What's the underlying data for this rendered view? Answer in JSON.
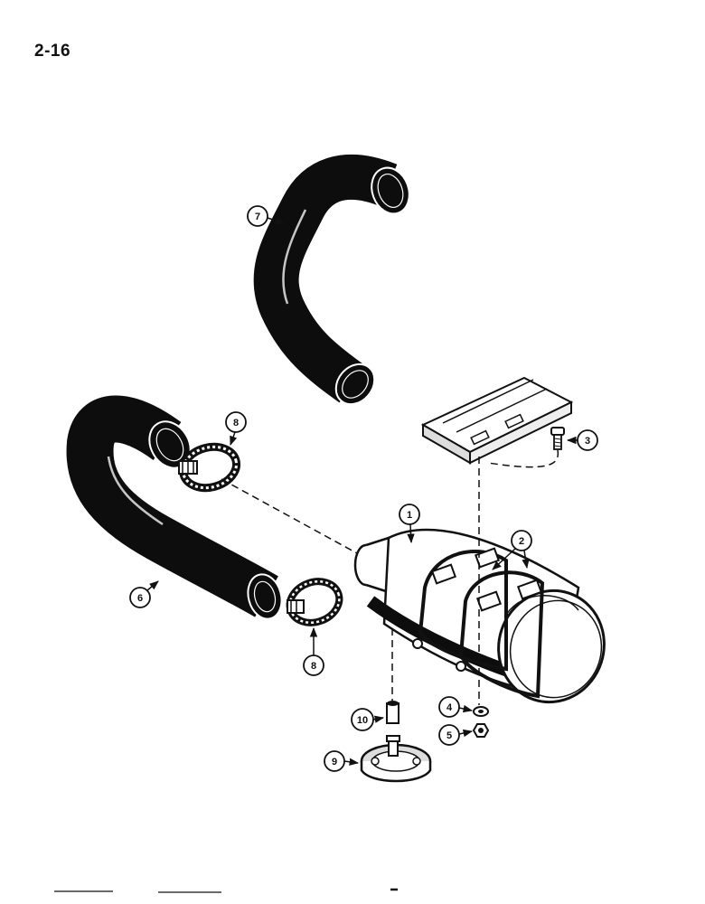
{
  "page": {
    "number": "2-16"
  },
  "callouts": {
    "c1": "1",
    "c2": "2",
    "c3": "3",
    "c4": "4",
    "c5": "5",
    "c6": "6",
    "c7": "7",
    "c8a": "8",
    "c8b": "8",
    "c9": "9",
    "c10": "10"
  },
  "colors": {
    "ink": "#111111",
    "paper": "#ffffff",
    "rubber": "#0d0d0d"
  }
}
